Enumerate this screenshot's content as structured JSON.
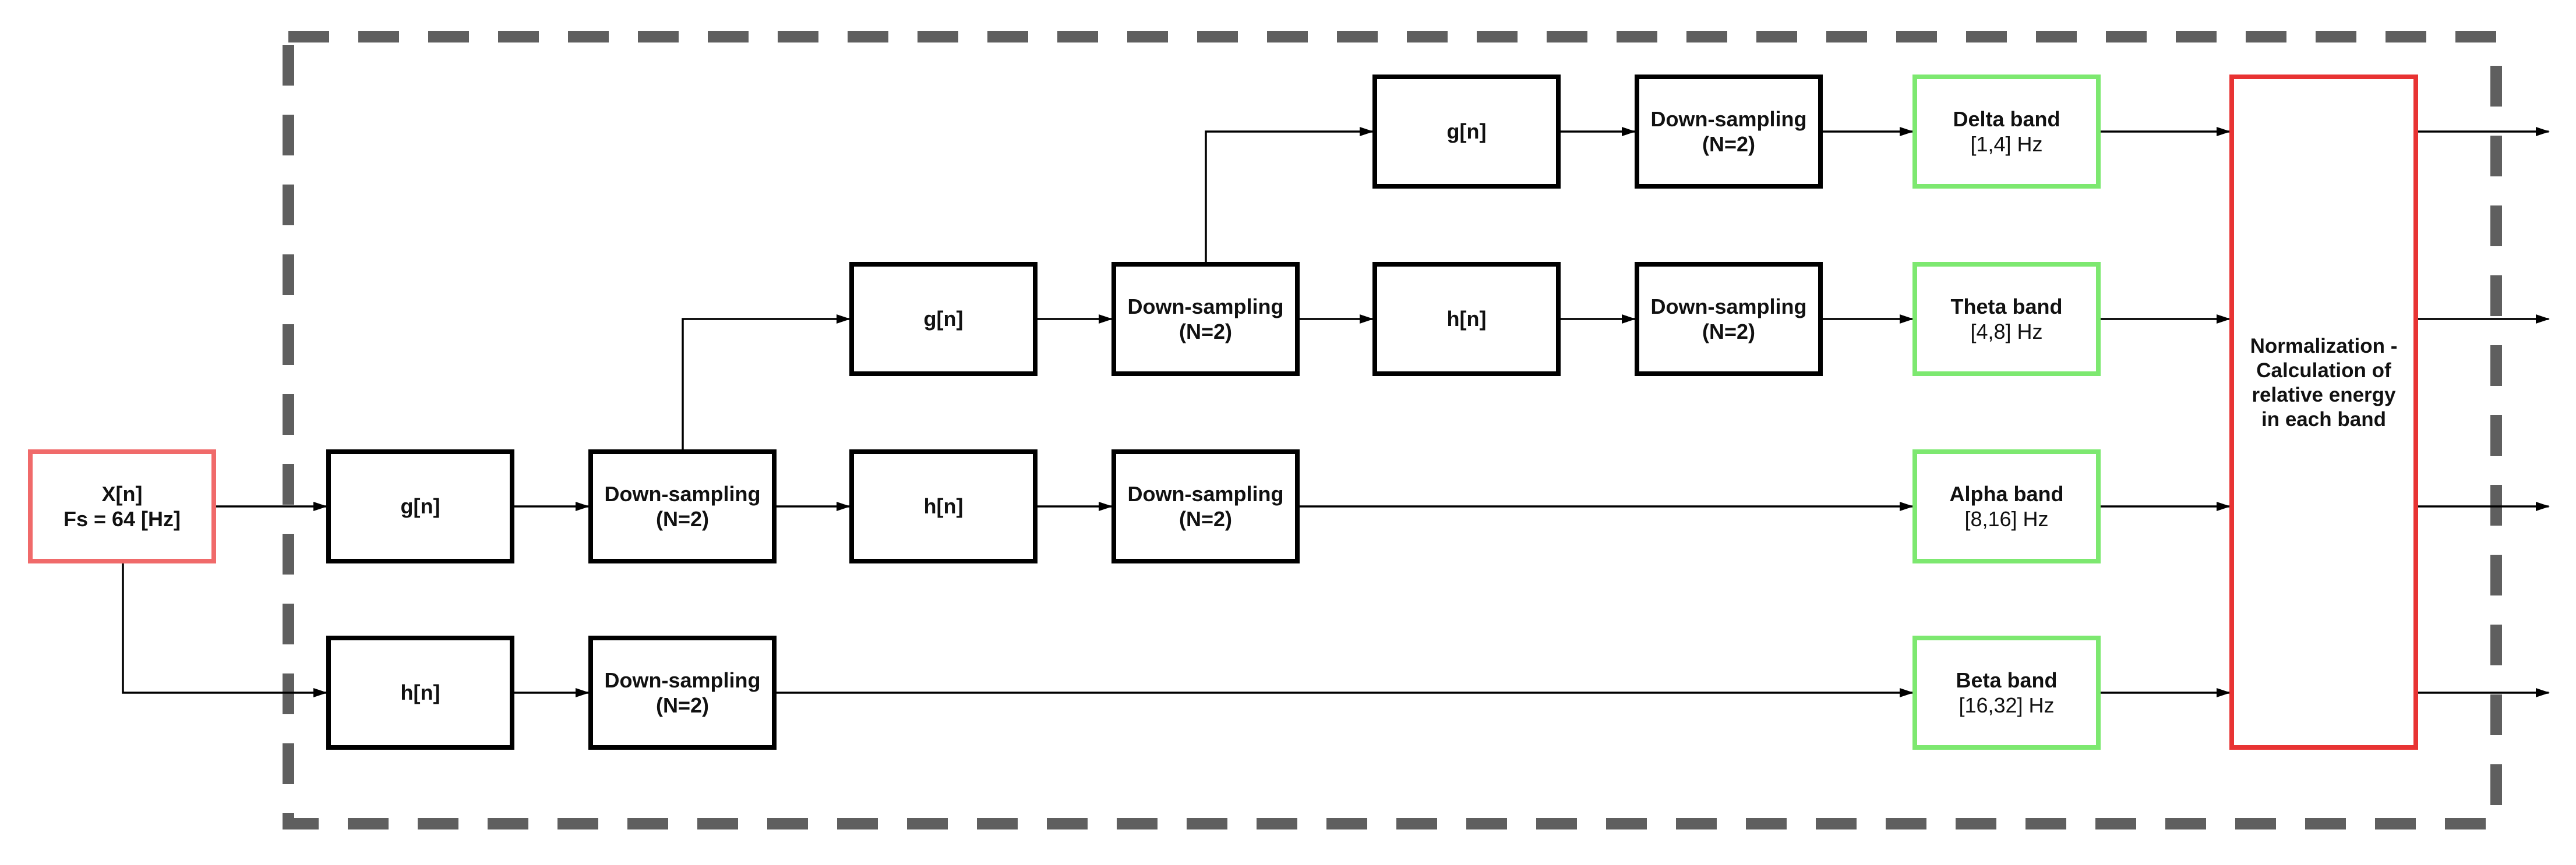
{
  "input": {
    "line1": "X[n]",
    "line2": "Fs = 64 [Hz]"
  },
  "blocks": {
    "g_level1": "g[n]",
    "h_level1": "h[n]",
    "ds_level1_top": {
      "line1": "Down-sampling",
      "line2": "(N=2)"
    },
    "ds_level1_bottom": {
      "line1": "Down-sampling",
      "line2": "(N=2)"
    },
    "g_level2": "g[n]",
    "h_level2": "h[n]",
    "ds_level2_top": {
      "line1": "Down-sampling",
      "line2": "(N=2)"
    },
    "ds_level2_bottom": {
      "line1": "Down-sampling",
      "line2": "(N=2)"
    },
    "g_level3": "g[n]",
    "h_level3": "h[n]",
    "ds_level3_top": {
      "line1": "Down-sampling",
      "line2": "(N=2)"
    },
    "ds_level3_bottom": {
      "line1": "Down-sampling",
      "line2": "(N=2)"
    }
  },
  "bands": {
    "delta": {
      "name": "Delta band",
      "range": "[1,4] Hz"
    },
    "theta": {
      "name": "Theta band",
      "range": "[4,8] Hz"
    },
    "alpha": {
      "name": "Alpha band",
      "range": "[8,16] Hz"
    },
    "beta": {
      "name": "Beta band",
      "range": "[16,32] Hz"
    }
  },
  "normalization": {
    "lines": [
      "Normalization -",
      "Calculation of",
      "relative energy",
      "in each band"
    ]
  },
  "colors": {
    "block_border": "#000000",
    "input_border": "#f06a6a",
    "band_border": "#7de870",
    "normalization_border": "#e83333",
    "dashed_frame": "#5f5f5f"
  }
}
